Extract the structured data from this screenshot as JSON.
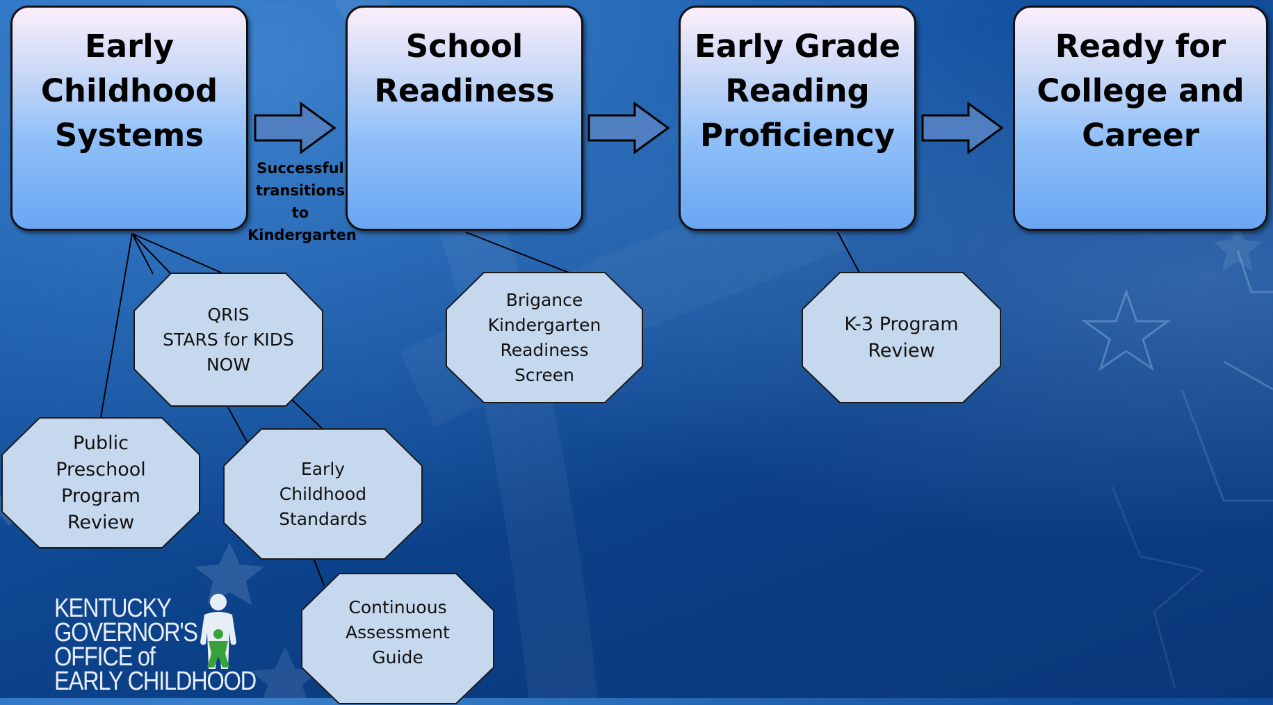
{
  "stages": [
    {
      "title": "Early\nChildhood\nSystems"
    },
    {
      "title": "School\nReadiness"
    },
    {
      "title": "Early Grade\nReading\nProficiency"
    },
    {
      "title": "Ready for\nCollege and\nCareer"
    }
  ],
  "transition_note": "Successful\ntransitions\nto\nKindergarten",
  "components": {
    "qris": "QRIS\nSTARS for KIDS\nNOW",
    "public_preschool": "Public\nPreschool\nProgram\nReview",
    "early_childhood_standards": "Early\nChildhood\nStandards",
    "continuous_assessment": "Continuous\nAssessment\nGuide",
    "brigance": "Brigance\nKindergarten\nReadiness\nScreen",
    "k3_review": "K-3 Program\nReview"
  },
  "logo": {
    "line1": "KENTUCKY",
    "line2": "GOVERNOR'S",
    "line3": "OFFICE of",
    "line4": "EARLY CHILDHOOD"
  },
  "colors": {
    "background": "#12509e",
    "stage_top": "#fbeefa",
    "stage_bottom": "#6aa6f3",
    "octagon_fill": "#c6d8ee",
    "arrow_fill": "#4f7fc0",
    "logo_green": "#3aa23c"
  }
}
